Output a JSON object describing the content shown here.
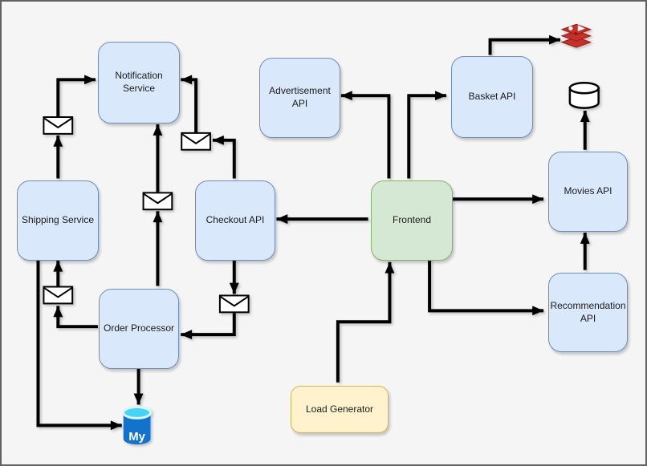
{
  "diagram": {
    "nodes": {
      "notification_service": {
        "label": "Notification Service",
        "color": "blue"
      },
      "advertisement_api": {
        "label": "Advertisement API",
        "color": "blue"
      },
      "basket_api": {
        "label": "Basket API",
        "color": "blue"
      },
      "shipping_service": {
        "label": "Shipping Service",
        "color": "blue"
      },
      "checkout_api": {
        "label": "Checkout API",
        "color": "blue"
      },
      "frontend": {
        "label": "Frontend",
        "color": "green"
      },
      "movies_api": {
        "label": "Movies API",
        "color": "blue"
      },
      "order_processor": {
        "label": "Order Processor",
        "color": "blue"
      },
      "recommendation_api": {
        "label": "Recommendation API",
        "color": "blue"
      },
      "load_generator": {
        "label": "Load Generator",
        "color": "yellow"
      }
    },
    "icons": {
      "redis_cache": "redis-icon",
      "movies_database": "database-cylinder-icon",
      "mysql_database": "mysql-icon",
      "mysql_label": "My",
      "message_queue": "envelope-icon"
    },
    "edges": [
      {
        "from": "shipping_service",
        "to": "notification_service",
        "via": "envelope"
      },
      {
        "from": "checkout_api",
        "to": "notification_service",
        "via": "envelope"
      },
      {
        "from": "order_processor",
        "to": "notification_service",
        "via": "envelope"
      },
      {
        "from": "checkout_api",
        "to": "order_processor",
        "via": "envelope"
      },
      {
        "from": "order_processor",
        "to": "shipping_service",
        "via": "envelope"
      },
      {
        "from": "shipping_service",
        "to": "mysql_database"
      },
      {
        "from": "order_processor",
        "to": "mysql_database"
      },
      {
        "from": "frontend",
        "to": "checkout_api"
      },
      {
        "from": "frontend",
        "to": "advertisement_api"
      },
      {
        "from": "frontend",
        "to": "basket_api"
      },
      {
        "from": "basket_api",
        "to": "redis_cache"
      },
      {
        "from": "frontend",
        "to": "movies_api"
      },
      {
        "from": "frontend",
        "to": "recommendation_api"
      },
      {
        "from": "recommendation_api",
        "to": "movies_api"
      },
      {
        "from": "movies_api",
        "to": "movies_database"
      },
      {
        "from": "load_generator",
        "to": "frontend"
      }
    ],
    "palette": {
      "background": "#f5f5f5",
      "frame_border": "#616161",
      "node_blue_fill": "#dae8fc",
      "node_blue_border": "#6c8ebf",
      "node_green_fill": "#d5e8d4",
      "node_green_border": "#82b366",
      "node_yellow_fill": "#fff2cc",
      "node_yellow_border": "#d6b656",
      "arrow_color": "#000000",
      "redis_red": "#c6302b",
      "redis_dark_red": "#991b12",
      "mysql_blue": "#1272cc",
      "mysql_cyan": "#45d4f5"
    }
  }
}
